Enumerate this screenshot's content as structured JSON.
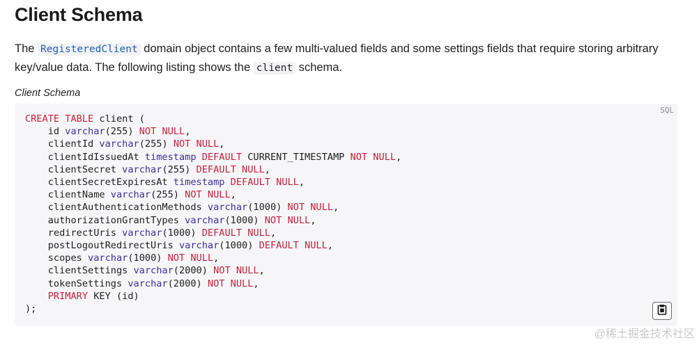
{
  "heading": "Client Schema",
  "lead": {
    "part1": "The ",
    "code1": "RegisteredClient",
    "part2": " domain object contains a few multi-valued fields and some settings fields that require storing arbitrary key/value data. The following listing shows the ",
    "code2": "client",
    "part3": " schema."
  },
  "listing": {
    "caption": "Client Schema",
    "language": "SQL",
    "lines": [
      [
        [
          "kw",
          "CREATE TABLE"
        ],
        [
          "fn",
          " client ("
        ]
      ],
      [
        [
          "fn",
          "    id "
        ],
        [
          "ty",
          "varchar"
        ],
        [
          "fn",
          "(255) "
        ],
        [
          "kw",
          "NOT NULL"
        ],
        [
          "fn",
          ","
        ]
      ],
      [
        [
          "fn",
          "    clientId "
        ],
        [
          "ty",
          "varchar"
        ],
        [
          "fn",
          "(255) "
        ],
        [
          "kw",
          "NOT NULL"
        ],
        [
          "fn",
          ","
        ]
      ],
      [
        [
          "fn",
          "    clientIdIssuedAt "
        ],
        [
          "ty",
          "timestamp"
        ],
        [
          "fn",
          " "
        ],
        [
          "kw",
          "DEFAULT"
        ],
        [
          "fn",
          " CURRENT_TIMESTAMP "
        ],
        [
          "kw",
          "NOT NULL"
        ],
        [
          "fn",
          ","
        ]
      ],
      [
        [
          "fn",
          "    clientSecret "
        ],
        [
          "ty",
          "varchar"
        ],
        [
          "fn",
          "(255) "
        ],
        [
          "kw",
          "DEFAULT NULL"
        ],
        [
          "fn",
          ","
        ]
      ],
      [
        [
          "fn",
          "    clientSecretExpiresAt "
        ],
        [
          "ty",
          "timestamp"
        ],
        [
          "fn",
          " "
        ],
        [
          "kw",
          "DEFAULT NULL"
        ],
        [
          "fn",
          ","
        ]
      ],
      [
        [
          "fn",
          "    clientName "
        ],
        [
          "ty",
          "varchar"
        ],
        [
          "fn",
          "(255) "
        ],
        [
          "kw",
          "NOT NULL"
        ],
        [
          "fn",
          ","
        ]
      ],
      [
        [
          "fn",
          "    clientAuthenticationMethods "
        ],
        [
          "ty",
          "varchar"
        ],
        [
          "fn",
          "(1000) "
        ],
        [
          "kw",
          "NOT NULL"
        ],
        [
          "fn",
          ","
        ]
      ],
      [
        [
          "fn",
          "    authorizationGrantTypes "
        ],
        [
          "ty",
          "varchar"
        ],
        [
          "fn",
          "(1000) "
        ],
        [
          "kw",
          "NOT NULL"
        ],
        [
          "fn",
          ","
        ]
      ],
      [
        [
          "fn",
          "    redirectUris "
        ],
        [
          "ty",
          "varchar"
        ],
        [
          "fn",
          "(1000) "
        ],
        [
          "kw",
          "DEFAULT NULL"
        ],
        [
          "fn",
          ","
        ]
      ],
      [
        [
          "fn",
          "    postLogoutRedirectUris "
        ],
        [
          "ty",
          "varchar"
        ],
        [
          "fn",
          "(1000) "
        ],
        [
          "kw",
          "DEFAULT NULL"
        ],
        [
          "fn",
          ","
        ]
      ],
      [
        [
          "fn",
          "    scopes "
        ],
        [
          "ty",
          "varchar"
        ],
        [
          "fn",
          "(1000) "
        ],
        [
          "kw",
          "NOT NULL"
        ],
        [
          "fn",
          ","
        ]
      ],
      [
        [
          "fn",
          "    clientSettings "
        ],
        [
          "ty",
          "varchar"
        ],
        [
          "fn",
          "(2000) "
        ],
        [
          "kw",
          "NOT NULL"
        ],
        [
          "fn",
          ","
        ]
      ],
      [
        [
          "fn",
          "    tokenSettings "
        ],
        [
          "ty",
          "varchar"
        ],
        [
          "fn",
          "(2000) "
        ],
        [
          "kw",
          "NOT NULL"
        ],
        [
          "fn",
          ","
        ]
      ],
      [
        [
          "fn",
          "    "
        ],
        [
          "kw",
          "PRIMARY"
        ],
        [
          "fn",
          " KEY (id)"
        ]
      ],
      [
        [
          "fn",
          ");"
        ]
      ]
    ],
    "copy_icon": "clipboard-icon"
  },
  "watermark": "@稀土掘金技术社区",
  "colors": {
    "keyword": "#c4213b",
    "type": "#3e2c9a",
    "inline_code_link": "#1f5fb8",
    "code_background": "#f6f6f8"
  }
}
